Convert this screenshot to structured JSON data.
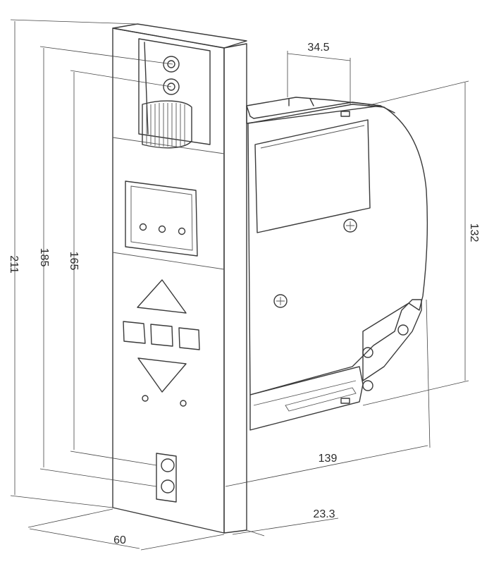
{
  "diagram": {
    "dimensions": {
      "height_total": "211",
      "height_185": "185",
      "height_165": "165",
      "height_132": "132",
      "width_front": "60",
      "depth_body": "139",
      "depth_top": "34.5",
      "depth_front": "23.3"
    },
    "colors": {
      "line": "#3a3a3a",
      "body_fill": "#f4f4f4",
      "shade": "#dcdcdc",
      "background": "#ffffff"
    }
  }
}
